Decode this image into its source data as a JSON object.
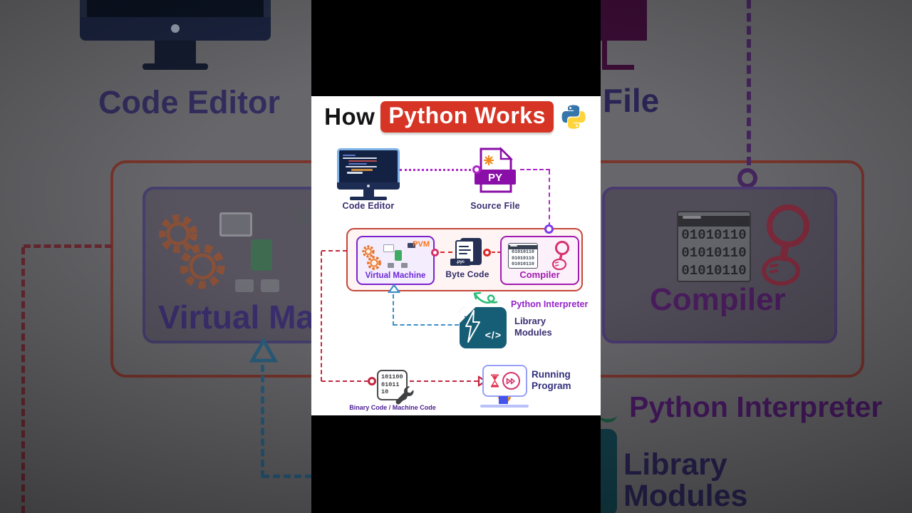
{
  "palette": {
    "title_red": "#d63425",
    "big_box_border": "#c4473a",
    "crimson_dash": "#c2273f",
    "magenta_dash": "#b026c9",
    "vm_border": "#7e22ce",
    "compiler_border": "#a21caf",
    "pvm_orange": "#f97316",
    "library_teal": "#155e75",
    "blue_dash": "#3a8fc6",
    "green_arrow": "#2dbd78",
    "label_purple": "#3b2f72",
    "interpreter_purple": "#9323c9",
    "python_blue": "#3776ab",
    "python_yellow": "#ffd43b"
  },
  "title": {
    "prefix": "How",
    "highlight": "Python Works"
  },
  "diagram": {
    "code_editor": {
      "label": "Code Editor"
    },
    "source_file": {
      "label": "Source File",
      "badge": "PY"
    },
    "pvm": {
      "label": "Virtual Machine",
      "tag": "PVM"
    },
    "byte_code": {
      "label": "Byte Code",
      "badge": ".pyc"
    },
    "compiler": {
      "label": "Compiler",
      "rows": [
        "01010110",
        "01010110",
        "01010110"
      ]
    },
    "interpreter": {
      "label": "Python Interpreter"
    },
    "library": {
      "line1": "Library",
      "line2": "Modules",
      "symbol": "</>"
    },
    "binary": {
      "label": "Binary Code / Machine Code",
      "rows": [
        "101100",
        "01011",
        "10"
      ]
    },
    "running": {
      "line1": "Running",
      "line2": "Program"
    }
  },
  "background": {
    "code_editor": "Code Editor",
    "file": "File",
    "virtual_machine": "Virtual Mach",
    "compiler": "Compiler",
    "compiler_rows": [
      "01010110",
      "01010110",
      "01010110"
    ],
    "interpreter": "Python Interpreter",
    "library": "Library",
    "modules": "Modules"
  }
}
